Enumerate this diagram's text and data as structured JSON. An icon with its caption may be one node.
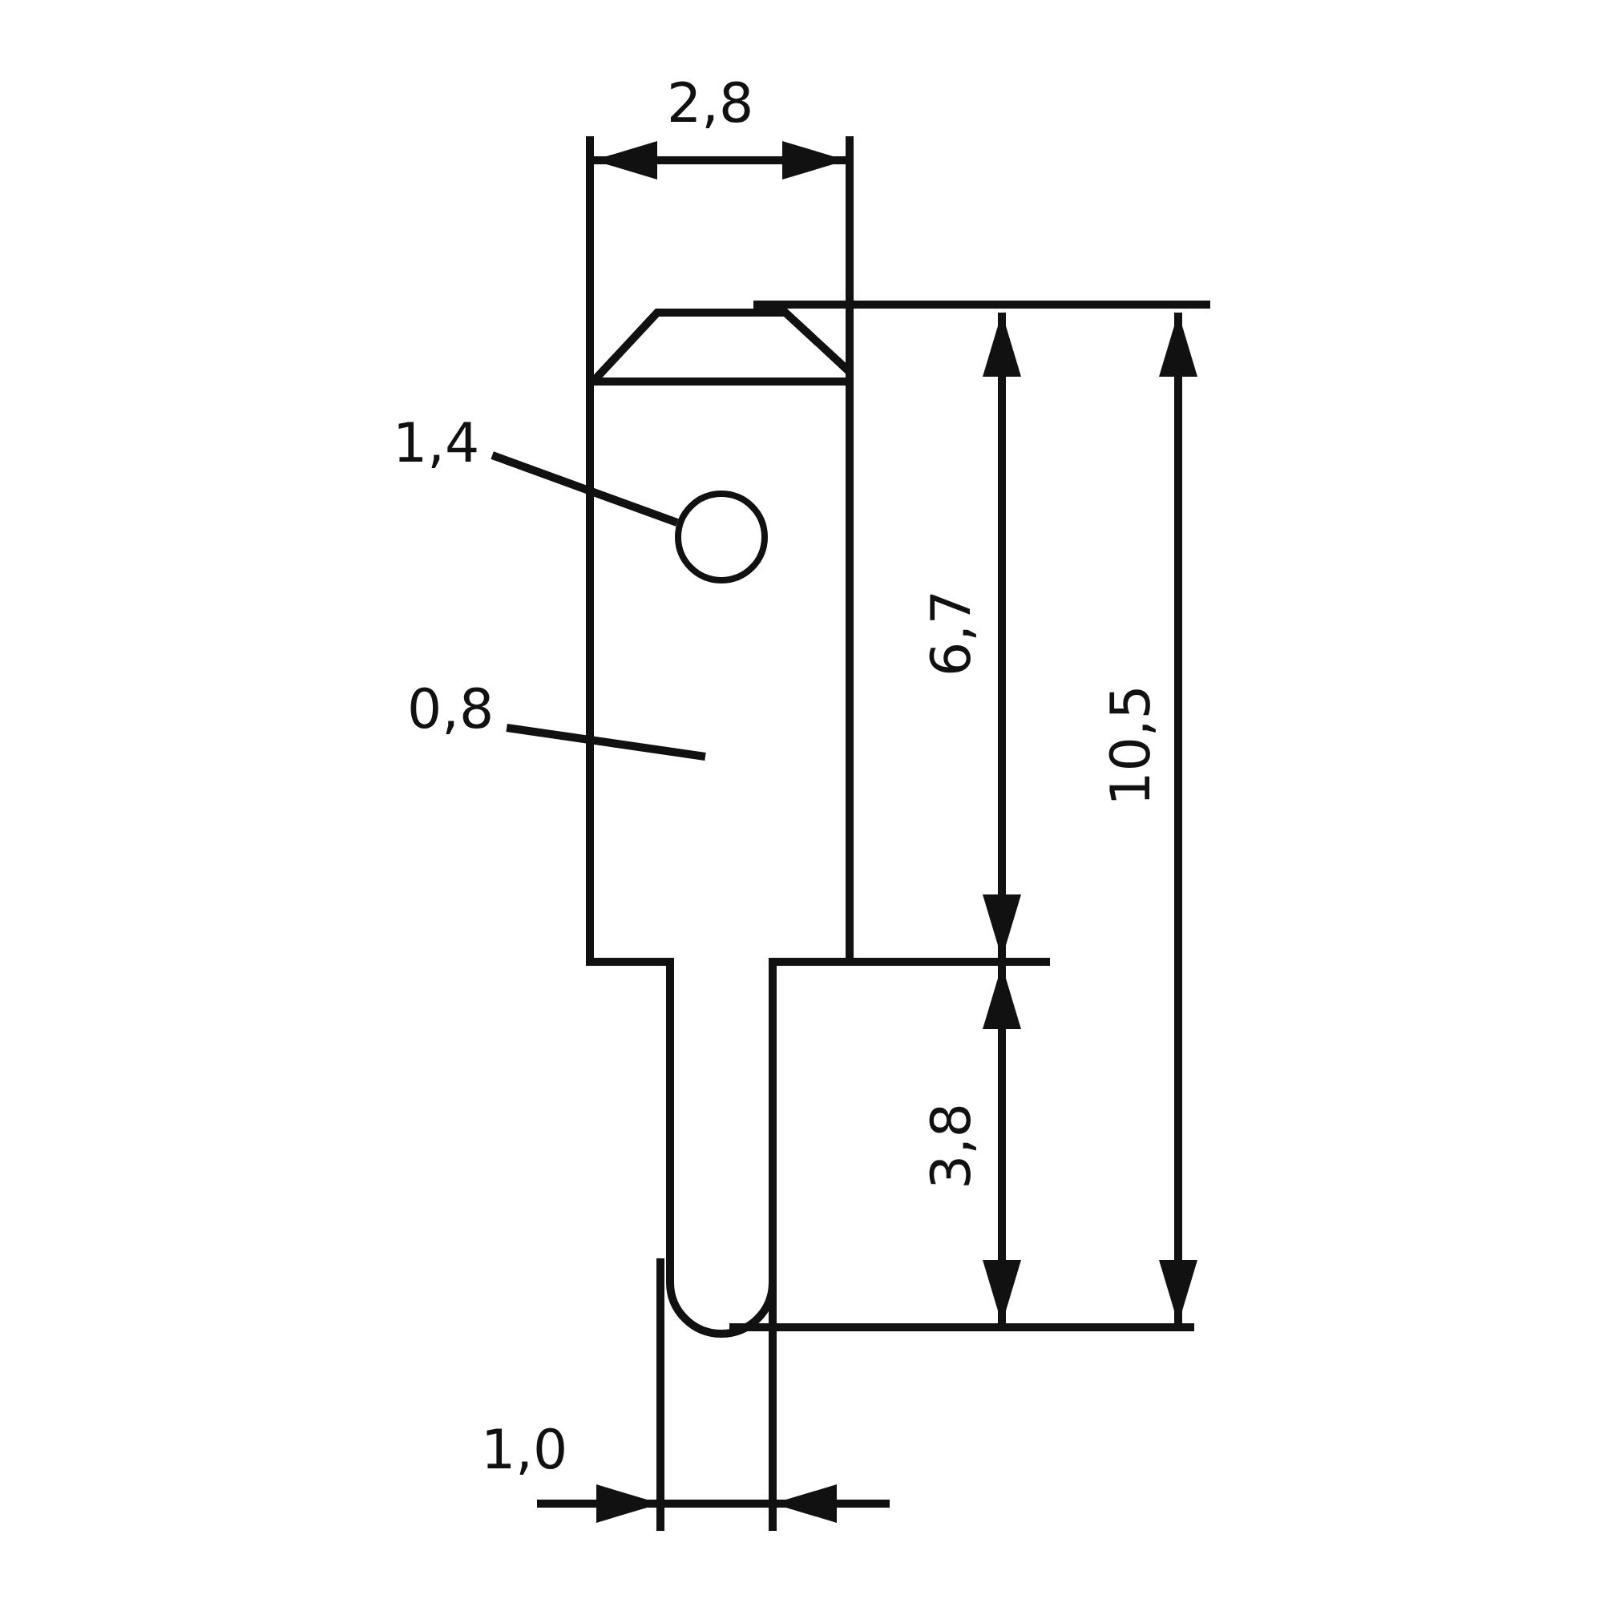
{
  "diagram": {
    "nodes": [
      {
        "text": [
          "1,4"
        ]
      },
      {
        "text": [],
        "shape": "circle"
      },
      {
        "text": [
          "0,8"
        ]
      }
    ],
    "edges": [
      {
        "from": 0,
        "to": 1,
        "arrow": "none"
      },
      {
        "from": 2,
        "to": null,
        "arrow": "none"
      }
    ],
    "labels": [
      "2,8",
      "6,7",
      "10,5",
      "3,8",
      "1,0"
    ]
  }
}
